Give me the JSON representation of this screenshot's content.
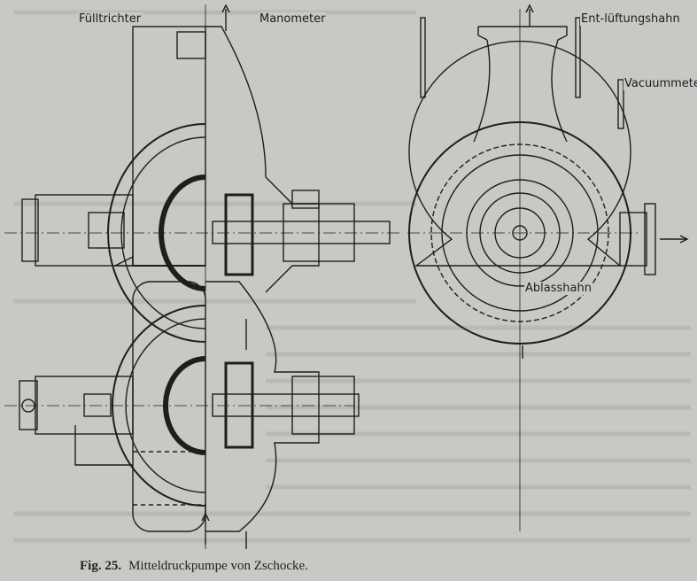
{
  "labels": {
    "fill_funnel": "Fülltrichter",
    "manometer": "Manometer",
    "vent_cock": "Ent-lüftungshahn",
    "vacuum_meter": "Vacuummeter",
    "drain_cock": "Ablasshahn"
  },
  "caption": {
    "number": "Fig. 25.",
    "title": "Mitteldruckpumpe von Zschocke."
  }
}
